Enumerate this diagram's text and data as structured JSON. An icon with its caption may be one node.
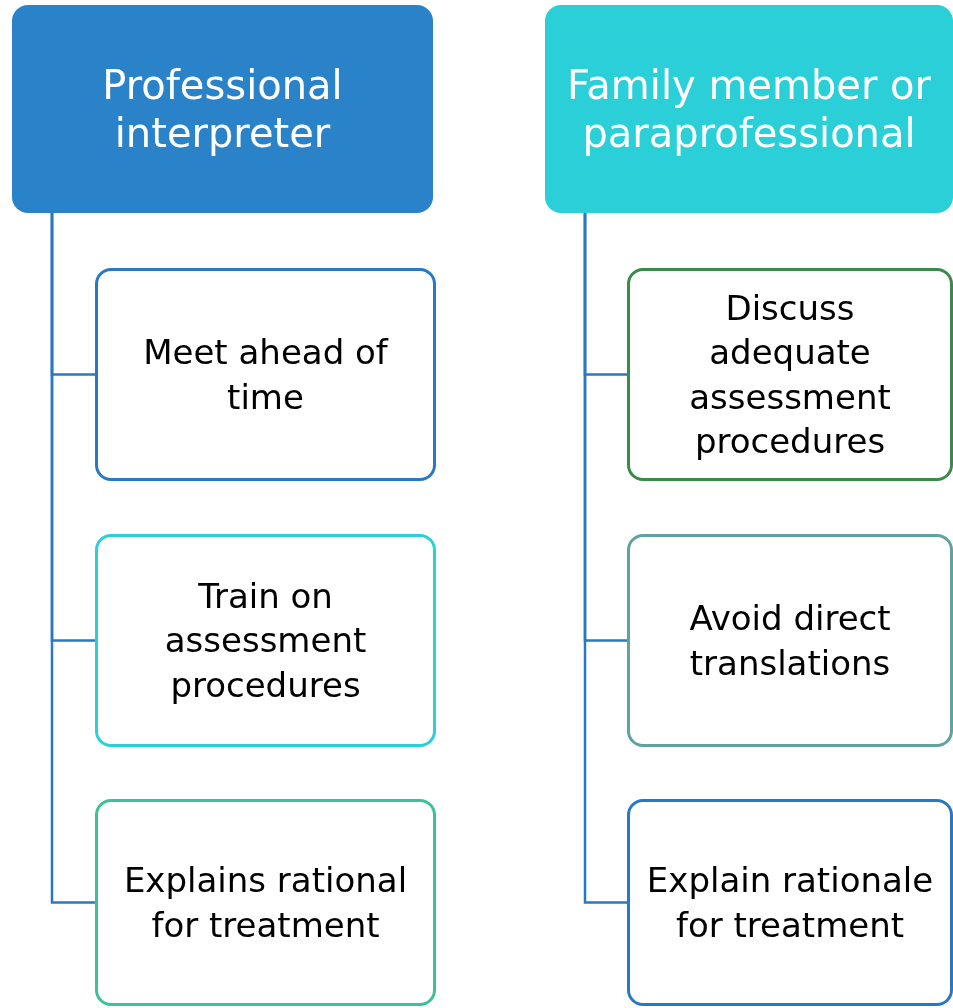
{
  "diagram": {
    "nodes": [
      {
        "text": [
          "Professional interpreter"
        ]
      },
      {
        "text": [
          "Meet ahead of time"
        ]
      },
      {
        "text": [
          "Train on assessment procedures"
        ]
      },
      {
        "text": [
          "Explains rational for treatment"
        ]
      },
      {
        "text": [
          "Family member or paraprofessional"
        ]
      },
      {
        "text": [
          "Discuss adequate assessment procedures"
        ]
      },
      {
        "text": [
          "Avoid direct translations"
        ]
      },
      {
        "text": [
          "Explain rationale for treatment"
        ]
      }
    ],
    "edges": [
      {
        "from": 0,
        "to": 1,
        "arrow": "none"
      },
      {
        "from": 0,
        "to": 2,
        "arrow": "none"
      },
      {
        "from": 0,
        "to": 3,
        "arrow": "none"
      },
      {
        "from": 4,
        "to": 5,
        "arrow": "none"
      },
      {
        "from": 4,
        "to": 6,
        "arrow": "none"
      },
      {
        "from": 4,
        "to": 7,
        "arrow": "none"
      }
    ]
  }
}
